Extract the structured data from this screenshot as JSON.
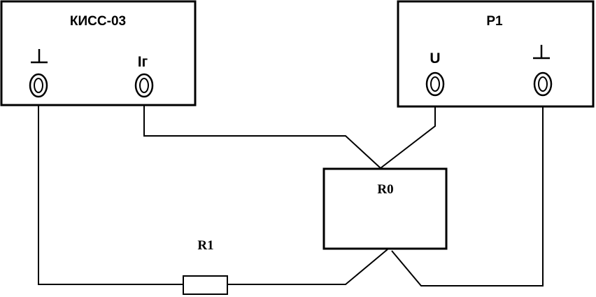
{
  "devices": {
    "kiss": {
      "title": "КИСС-03",
      "terminal_left_icon": "ground-symbol",
      "terminal_right_label": "Iг"
    },
    "p1": {
      "title": "P1",
      "terminal_left_label": "U",
      "terminal_right_icon": "ground-symbol"
    }
  },
  "components": {
    "r0": {
      "label": "R0"
    },
    "r1": {
      "label": "R1"
    }
  },
  "colors": {
    "line": "#000000",
    "background": "#ffffff"
  }
}
